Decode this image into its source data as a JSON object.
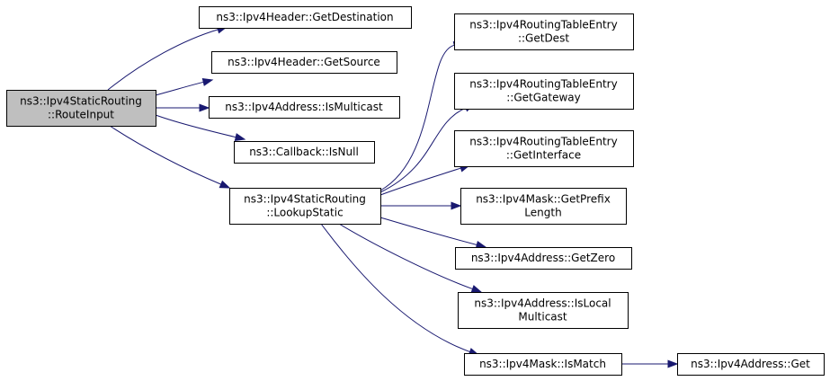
{
  "colors": {
    "edge": "#191970",
    "root_fill": "#bfbfbf",
    "node_fill": "#ffffff",
    "node_border": "#000000"
  },
  "nodes": [
    {
      "id": "route-input",
      "lines": [
        "ns3::Ipv4StaticRouting",
        "::RouteInput"
      ],
      "root": true
    },
    {
      "id": "get-destination",
      "lines": [
        "ns3::Ipv4Header::GetDestination"
      ]
    },
    {
      "id": "get-source",
      "lines": [
        "ns3::Ipv4Header::GetSource"
      ]
    },
    {
      "id": "is-multicast",
      "lines": [
        "ns3::Ipv4Address::IsMulticast"
      ]
    },
    {
      "id": "is-null",
      "lines": [
        "ns3::Callback::IsNull"
      ]
    },
    {
      "id": "lookup-static",
      "lines": [
        "ns3::Ipv4StaticRouting",
        "::LookupStatic"
      ]
    },
    {
      "id": "get-dest",
      "lines": [
        "ns3::Ipv4RoutingTableEntry",
        "::GetDest"
      ]
    },
    {
      "id": "get-gateway",
      "lines": [
        "ns3::Ipv4RoutingTableEntry",
        "::GetGateway"
      ]
    },
    {
      "id": "get-interface",
      "lines": [
        "ns3::Ipv4RoutingTableEntry",
        "::GetInterface"
      ]
    },
    {
      "id": "get-prefix-length",
      "lines": [
        "ns3::Ipv4Mask::GetPrefix",
        "Length"
      ]
    },
    {
      "id": "get-zero",
      "lines": [
        "ns3::Ipv4Address::GetZero"
      ]
    },
    {
      "id": "is-local-multicast",
      "lines": [
        "ns3::Ipv4Address::IsLocal",
        "Multicast"
      ]
    },
    {
      "id": "is-match",
      "lines": [
        "ns3::Ipv4Mask::IsMatch"
      ]
    },
    {
      "id": "address-get",
      "lines": [
        "ns3::Ipv4Address::Get"
      ]
    }
  ],
  "edges": [
    {
      "from": "route-input",
      "to": "get-destination"
    },
    {
      "from": "route-input",
      "to": "get-source"
    },
    {
      "from": "route-input",
      "to": "is-multicast"
    },
    {
      "from": "route-input",
      "to": "is-null"
    },
    {
      "from": "route-input",
      "to": "lookup-static"
    },
    {
      "from": "lookup-static",
      "to": "get-dest"
    },
    {
      "from": "lookup-static",
      "to": "get-gateway"
    },
    {
      "from": "lookup-static",
      "to": "get-interface"
    },
    {
      "from": "lookup-static",
      "to": "get-prefix-length"
    },
    {
      "from": "lookup-static",
      "to": "get-zero"
    },
    {
      "from": "lookup-static",
      "to": "is-local-multicast"
    },
    {
      "from": "lookup-static",
      "to": "is-match"
    },
    {
      "from": "is-match",
      "to": "address-get"
    }
  ]
}
